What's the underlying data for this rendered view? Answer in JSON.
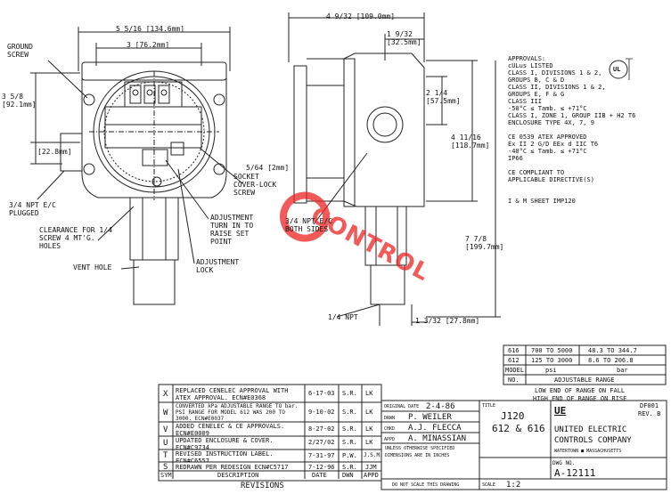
{
  "dims": {
    "width_overall": "5 5/16 [134.6mm]",
    "width_inner": "3 [76.2mm]",
    "height_left": "3 5/8 [92.1mm]",
    "offset_left": "[22.8mm]",
    "depth_overall": "4 9/32 [109.0mm]",
    "depth_cover": "1 9/32 [32.5mm]",
    "height_body": "2 1/4 [57.5mm]",
    "height_right": "4 11/16 [118.7mm]",
    "height_overall": "7 7/8 [199.7mm]",
    "bottom_offset": "1 3/32 [27.8mm]",
    "socket_size": "5/64 [2mm]"
  },
  "callouts": {
    "ground_screw": "GROUND SCREW",
    "npt_plugged": "3/4 NPT E/C PLUGGED",
    "clearance": "CLEARANCE FOR 1/4 SCREW 4 MT'G. HOLES",
    "vent_hole": "VENT HOLE",
    "socket_cover": "SOCKET COVER-LOCK SCREW",
    "adjustment_turn": "ADJUSTMENT TURN IN TO RAISE SET POINT",
    "adjustment_lock": "ADJUSTMENT LOCK",
    "npt_both": "3/4 NPT E/C BOTH SIDES",
    "npt_bottom": "1/4 NPT"
  },
  "approvals": [
    "APPROVALS:",
    "cULus LISTED",
    "CLASS I, DIVISIONS 1 & 2,",
    "   GROUPS B, C & D",
    "CLASS II, DIVISIONS 1 & 2,",
    "   GROUPS E, F & G",
    "CLASS III",
    "-50°C ≤ Tamb. ≤ +71°C",
    "CLASS I, ZONE 1, GROUP IIB + H2 T6",
    "ENCLOSURE TYPE 4X, 7, 9",
    "",
    "CE 0539 ATEX APPROVED",
    "Ex II 2 G/D EEx d IIC T6",
    "   -40°C ≤ Tamb. ≤ +71°C",
    "   IP66",
    "",
    "CE COMPLIANT TO",
    "APPLICABLE DIRECTIVE(S)",
    "",
    "I & M SHEET IMP120"
  ],
  "ul_mark": "UL",
  "watermark": "CONTROL",
  "range_table": {
    "rows": [
      [
        "616",
        "700 TO 5000",
        "48.3 TO 344.7"
      ],
      [
        "612",
        "125 TO 3000",
        "8.6 TO 206.8"
      ]
    ],
    "header_model": "MODEL",
    "header_psi": "psi",
    "header_bar": "bar",
    "header_no": "NO.",
    "header_range": "ADJUSTABLE RANGE",
    "note1": "LOW END OF RANGE ON FALL",
    "note2": "HIGH END OF RANGE ON RISE"
  },
  "revisions": {
    "rows": [
      [
        "X",
        "REPLACED CENELEC APPROVAL WITH ATEX APPROVAL. ECN#E0368",
        "6-17-03",
        "S.R.",
        "LK"
      ],
      [
        "W",
        "CONVERTED kPa ADJUSTABLE RANGE TO bar. PSI RANGE FOR MODEL 612 WAS 200 TO 3000. ECN#E0037",
        "9-10-02",
        "S.R.",
        "LK"
      ],
      [
        "V",
        "ADDED CENELEC & CE APPROVALS. ECN#E0009",
        "8-27-02",
        "S.R.",
        "LK"
      ],
      [
        "U",
        "UPDATED ENCLOSURE & COVER. ECN#C9734",
        "2/27/02",
        "S.R.",
        "LK"
      ],
      [
        "T",
        "REVISED INSTRUCTION LABEL. ECN#C6557",
        "7-31-97",
        "P.W.",
        "J.S.M."
      ],
      [
        "S",
        "REDRAWN PER REDESIGN ECN#C5717",
        "7-12-96",
        "S.R.",
        "JJM"
      ]
    ],
    "footer": [
      "SYM",
      "DESCRIPTION",
      "DATE",
      "DWN",
      "APPD"
    ],
    "title": "REVISIONS"
  },
  "title_block": {
    "original_date_label": "ORIGINAL DATE",
    "original_date": "2-4-86",
    "drwn_label": "DRWN",
    "drwn": "P. WEILER",
    "chkd_label": "CHKD",
    "chkd": "A.J. FLECCA",
    "appd_label": "APPD",
    "appd": "A. MINASSIAN",
    "tolerance_note": "UNLESS OTHERWISE SPECIFIED DIMENSIONS ARE IN INCHES",
    "no_scale": "DO NOT SCALE THIS DRAWING",
    "scale_label": "SCALE",
    "scale": "1:2",
    "title_label": "TITLE",
    "title_line1": "J120",
    "title_line2": "612 & 616",
    "company_line1": "UNITED ELECTRIC",
    "company_line2": "CONTROLS COMPANY",
    "company_line3": "WATERTOWN ■ MASSACHUSETTS",
    "df": "DF001",
    "rev": "REV. B",
    "dwg_label": "DWG NO.",
    "dwg": "A-12111",
    "logo": "UE"
  }
}
